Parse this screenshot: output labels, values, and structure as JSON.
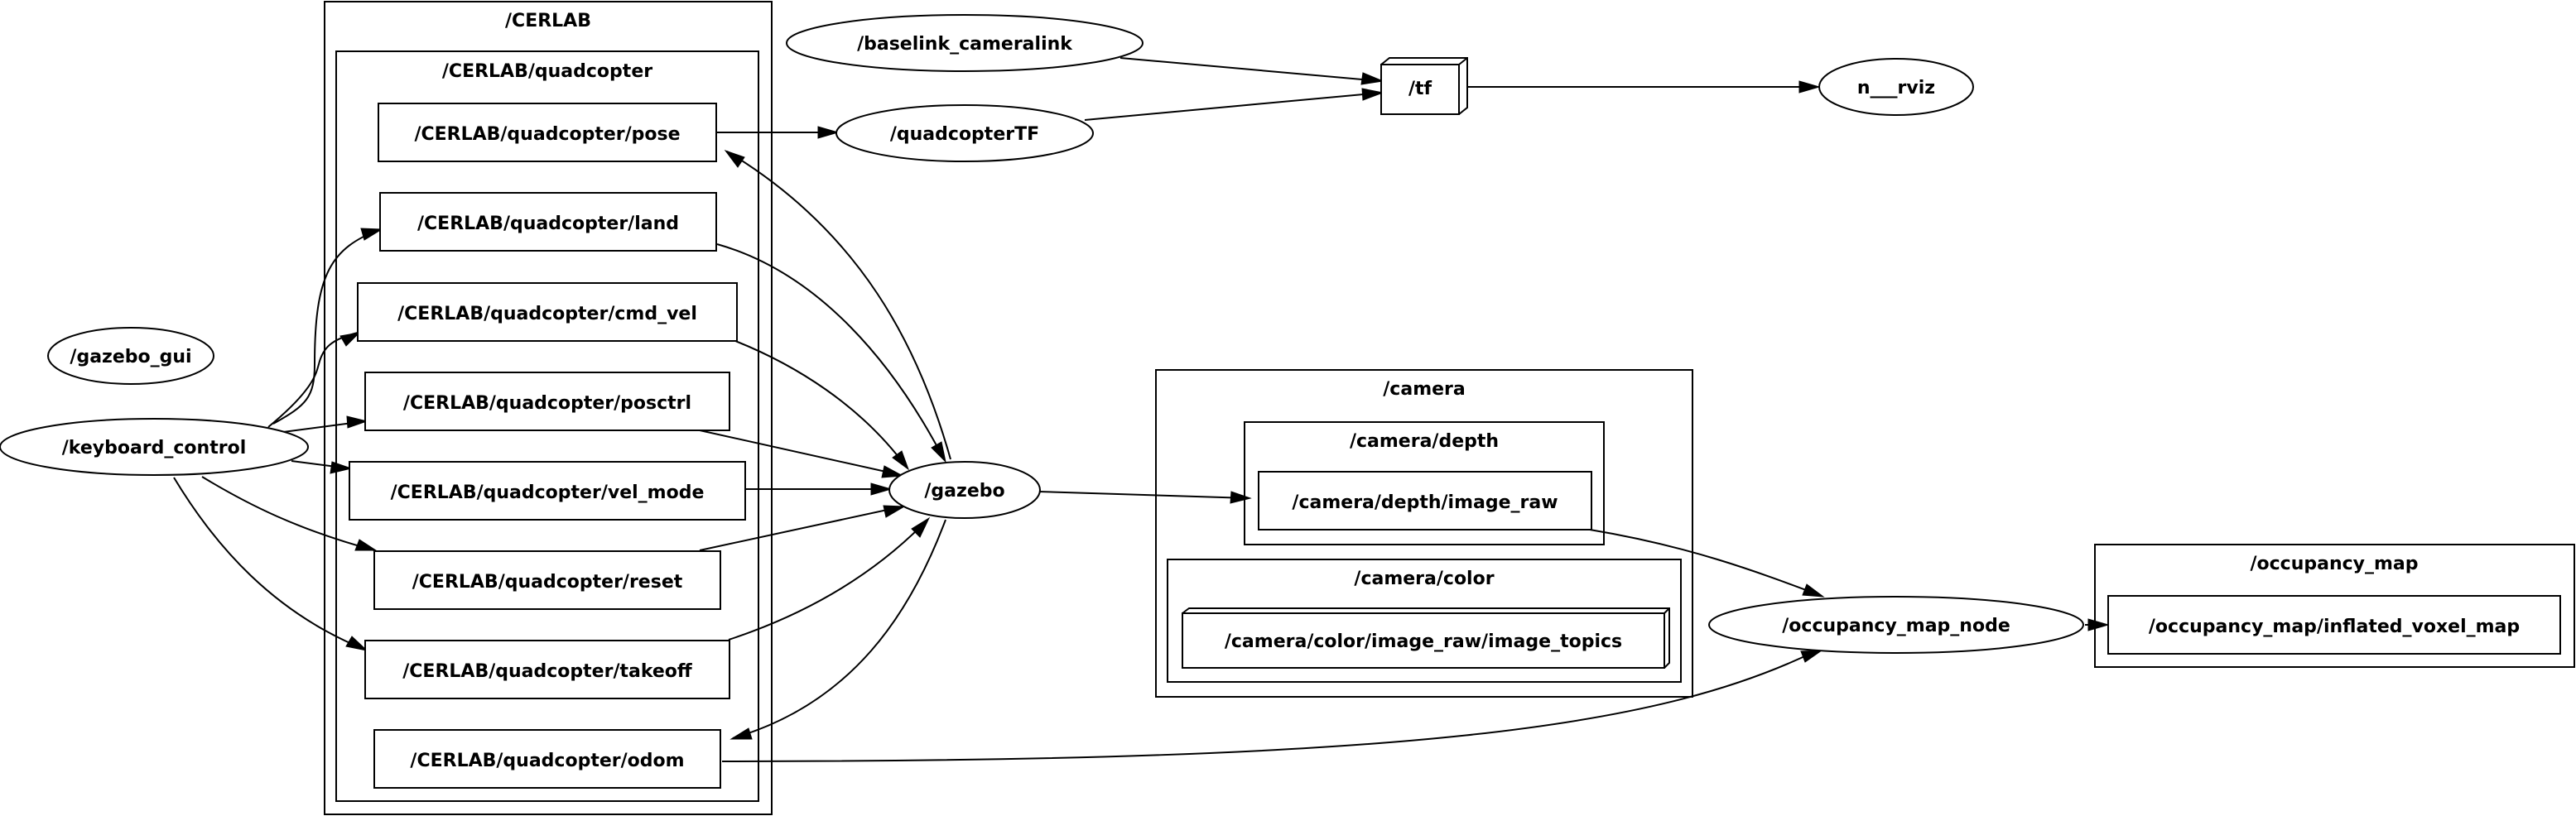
{
  "clusters": {
    "cerlab": "/CERLAB",
    "quadcopter": "/CERLAB/quadcopter",
    "camera": "/camera",
    "camera_depth": "/camera/depth",
    "camera_color": "/camera/color",
    "occupancy_map": "/occupancy_map"
  },
  "nodes": {
    "baselink_cameralink": "/baselink_cameralink",
    "quadcopterTF": "/quadcopterTF",
    "tf": "/tf",
    "n_rviz": "n___rviz",
    "gazebo_gui": "/gazebo_gui",
    "keyboard_control": "/keyboard_control",
    "gazebo": "/gazebo",
    "occupancy_map_node": "/occupancy_map_node",
    "pose": "/CERLAB/quadcopter/pose",
    "land": "/CERLAB/quadcopter/land",
    "cmd_vel": "/CERLAB/quadcopter/cmd_vel",
    "posctrl": "/CERLAB/quadcopter/posctrl",
    "vel_mode": "/CERLAB/quadcopter/vel_mode",
    "reset": "/CERLAB/quadcopter/reset",
    "takeoff": "/CERLAB/quadcopter/takeoff",
    "odom": "/CERLAB/quadcopter/odom",
    "depth_image_raw": "/camera/depth/image_raw",
    "color_image_topics": "/camera/color/image_raw/image_topics",
    "inflated_voxel_map": "/occupancy_map/inflated_voxel_map"
  }
}
